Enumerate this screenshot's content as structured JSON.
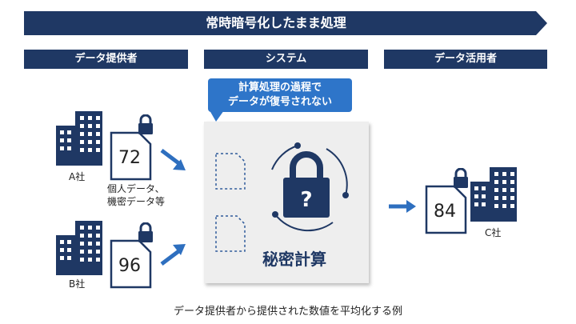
{
  "banner": {
    "title": "常時暗号化したまま処理"
  },
  "columns": {
    "provider": "データ提供者",
    "system": "システム",
    "user": "データ活用者"
  },
  "bubble": {
    "line1": "計算処理の過程で",
    "line2": "データが復号されない"
  },
  "providers": {
    "a": {
      "name": "A社",
      "value": "72",
      "note_line1": "個人データ、",
      "note_line2": "機密データ等"
    },
    "b": {
      "name": "B社",
      "value": "96"
    }
  },
  "user": {
    "name": "C社",
    "value": "84"
  },
  "system": {
    "label": "秘密計算",
    "lock_symbol": "?"
  },
  "caption": "データ提供者から提供された数値を平均化する例",
  "colors": {
    "navy": "#1f3864",
    "blue": "#2e75c9",
    "arrow": "#2e6fbf",
    "panel": "#eeeeee"
  }
}
